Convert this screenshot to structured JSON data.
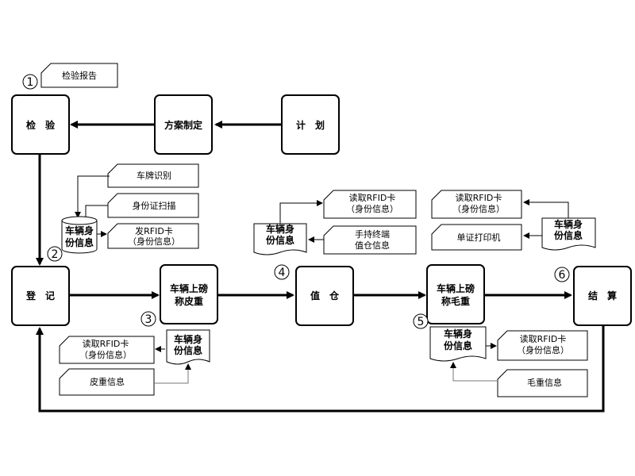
{
  "nodes": {
    "inspect": "检　验",
    "plan_make": "方案制定",
    "plan": "计　划",
    "register": "登　记",
    "tare": [
      "车辆上磅",
      "称皮重"
    ],
    "warehouse": "值　仓",
    "gross": [
      "车辆上磅",
      "称毛重"
    ],
    "settle": "结　算"
  },
  "notes": {
    "report": "检验报告",
    "plate": "车牌识别",
    "idscan": "身份证扫描",
    "issue_rfid": [
      "发RFID卡",
      "（身份信息）"
    ],
    "read_rfid_tare": [
      "读取RFID卡",
      "（身份信息）"
    ],
    "tare_info": "皮重信息",
    "read_rfid_wh": [
      "读取RFID卡",
      "（身份信息）"
    ],
    "handheld": [
      "手持终端",
      "值仓信息"
    ],
    "read_rfid_gross": [
      "读取RFID卡",
      "（身份信息）"
    ],
    "gross_info": "毛重信息",
    "read_rfid_settle": [
      "读取RFID卡",
      "（身份信息）"
    ],
    "print": "单证打印机"
  },
  "docs": {
    "vehicle_id_cyl": [
      "车辆身",
      "份信息"
    ],
    "vehicle_id_tare": [
      "车辆身",
      "份信息"
    ],
    "vehicle_id_wh": [
      "车辆身",
      "份信息"
    ],
    "vehicle_id_gross": [
      "车辆身",
      "份信息"
    ],
    "vehicle_id_settle": [
      "车辆身",
      "份信息"
    ]
  },
  "steps": [
    "1",
    "2",
    "3",
    "4",
    "5",
    "6"
  ]
}
